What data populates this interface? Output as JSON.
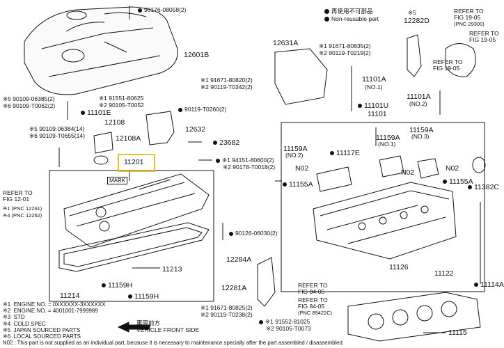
{
  "legend": {
    "non_reusable_jp": "再使用不可部品",
    "non_reusable_en": "Non-reusable part"
  },
  "labels": {
    "p90176": "90176-08058(2)",
    "p12601b": "12601B",
    "p12631a": "12631A",
    "p12282d_a": "※5",
    "p12282d_b": "12282D",
    "p91671_83": "※1 91671-80835(2)",
    "p90119_t0219": "※2 90119-T0219(2)",
    "p11101a_1": "11101A",
    "p11101a_1n": "(NO.1)",
    "p11101u": "11101U",
    "p11101": "11101",
    "p11101a_2": "11101A",
    "p11101a_2n": "(NO.2)",
    "p91671_82": "※1 91671-80820(2)",
    "p90119_t0342": "※2 90119-T0342(2)",
    "p90109_06385": "※5 90109-06385(2)",
    "p90109_t0062": "※6 90109-T0062(2)",
    "p91551_80625": "※1 91551-80625",
    "p90105_t0052": "※2 90105-T0052",
    "p11101e": "11101E",
    "p90119_t0260": "90119-T0260(2)",
    "p12108": "12108",
    "p90109_06384": "※5 90109-06384(14)",
    "p90109_t0655": "※6 90109-T0655(14)",
    "p12108a": "12108A",
    "p12632": "12632",
    "p23682": "23682",
    "p11201": "11201",
    "p94151": "※1 94151-80600(2)",
    "p90178": "※2 90178-T0018(2)",
    "p11159a_l": "11159A",
    "p11159a_ln": "(NO.2)",
    "p11117e": "11117E",
    "p11159a_m": "11159A",
    "p11159a_mn": "(NO.1)",
    "p11159a_r": "11159A",
    "p11159a_rn": "(NO.3)",
    "n02_a": "N02",
    "n02_b": "N02",
    "n02_c": "N02",
    "p11155a_a": "11155A",
    "p11155a_b": "11155A",
    "p11382c": "11382C",
    "p90126": "90126-06030(2)",
    "p12284a": "12284A",
    "p11213": "11213",
    "p11214": "11214",
    "p11159h_a": "11159H",
    "p11159h_b": "11159H",
    "p11126": "11126",
    "p11122": "11122",
    "p12281a": "12281A",
    "p11114a": "11114A",
    "p91671_80825": "※1 91671-80825(2)",
    "p90119_t0238": "※2 90119-T0238(2)",
    "p91552": "※1 91552-81025",
    "p90105_t0073": "※2 90105-T0073",
    "p11115": "11115",
    "mark": "MARK"
  },
  "refs": {
    "r1": [
      "REFER TO",
      "FIG 19-05",
      "(PNC 29300)"
    ],
    "r2": [
      "REFER TO",
      "FIG 19-05"
    ],
    "r3": [
      "REFER TO",
      "FIG 12-01"
    ],
    "r3a": "※1 (PNC 12261)",
    "r3b": "※4 (PNC 12262)",
    "r4": [
      "REFER TO",
      "FIG 19-05"
    ],
    "r5": [
      "REFER TO",
      "FIG 84-05"
    ],
    "r6": [
      "REFER TO",
      "FIG 84-05",
      "(PNC 89422C)"
    ]
  },
  "footer": {
    "codes": "※1  ENGINE NO. = 0XXXXXX-3XXXXXX\n※2  ENGINE NO. = 4001001-7999989\n※3  STD\n※4  COLD SPEC\n※5  JAPAN SOURCED PARTS\n※6  LOCAL SOURCED PARTS",
    "front_jp": "車両前方",
    "front_en": "VEHICLE FRONT SIDE",
    "note": "N02 : This part is not supplied as an individual part, because it is necessary to maintenance specially after the part assembled / disassembled"
  },
  "colors": {
    "highlight": "#e8c326",
    "ink": "#111111"
  }
}
